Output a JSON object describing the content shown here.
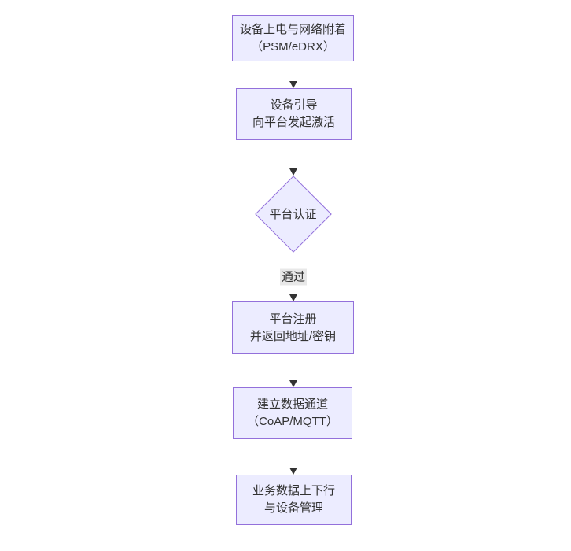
{
  "colors": {
    "canvas_background": "#ffffff",
    "node_fill": "#ECECFF",
    "node_border": "#9370DB",
    "edge_line": "#333333",
    "edge_label_background": "#e8e8e8",
    "text": "#333333"
  },
  "flowchart": {
    "type": "flowchart-top-down",
    "nodes": [
      {
        "id": "power-attach",
        "shape": "rect",
        "line1": "设备上电与网络附着",
        "line2": "（PSM/eDRX）"
      },
      {
        "id": "bootstrap",
        "shape": "rect",
        "line1": "设备引导",
        "line2": "向平台发起激活"
      },
      {
        "id": "auth",
        "shape": "diamond",
        "line1": "平台认证",
        "line2": ""
      },
      {
        "id": "register",
        "shape": "rect",
        "line1": "平台注册",
        "line2": "并返回地址/密钥"
      },
      {
        "id": "channel",
        "shape": "rect",
        "line1": "建立数据通道",
        "line2": "（CoAP/MQTT）"
      },
      {
        "id": "business",
        "shape": "rect",
        "line1": "业务数据上下行",
        "line2": "与设备管理"
      }
    ],
    "edges": [
      {
        "from": "power-attach",
        "to": "bootstrap",
        "label": ""
      },
      {
        "from": "bootstrap",
        "to": "auth",
        "label": ""
      },
      {
        "from": "auth",
        "to": "register",
        "label": "通过"
      },
      {
        "from": "register",
        "to": "channel",
        "label": ""
      },
      {
        "from": "channel",
        "to": "business",
        "label": ""
      }
    ]
  }
}
